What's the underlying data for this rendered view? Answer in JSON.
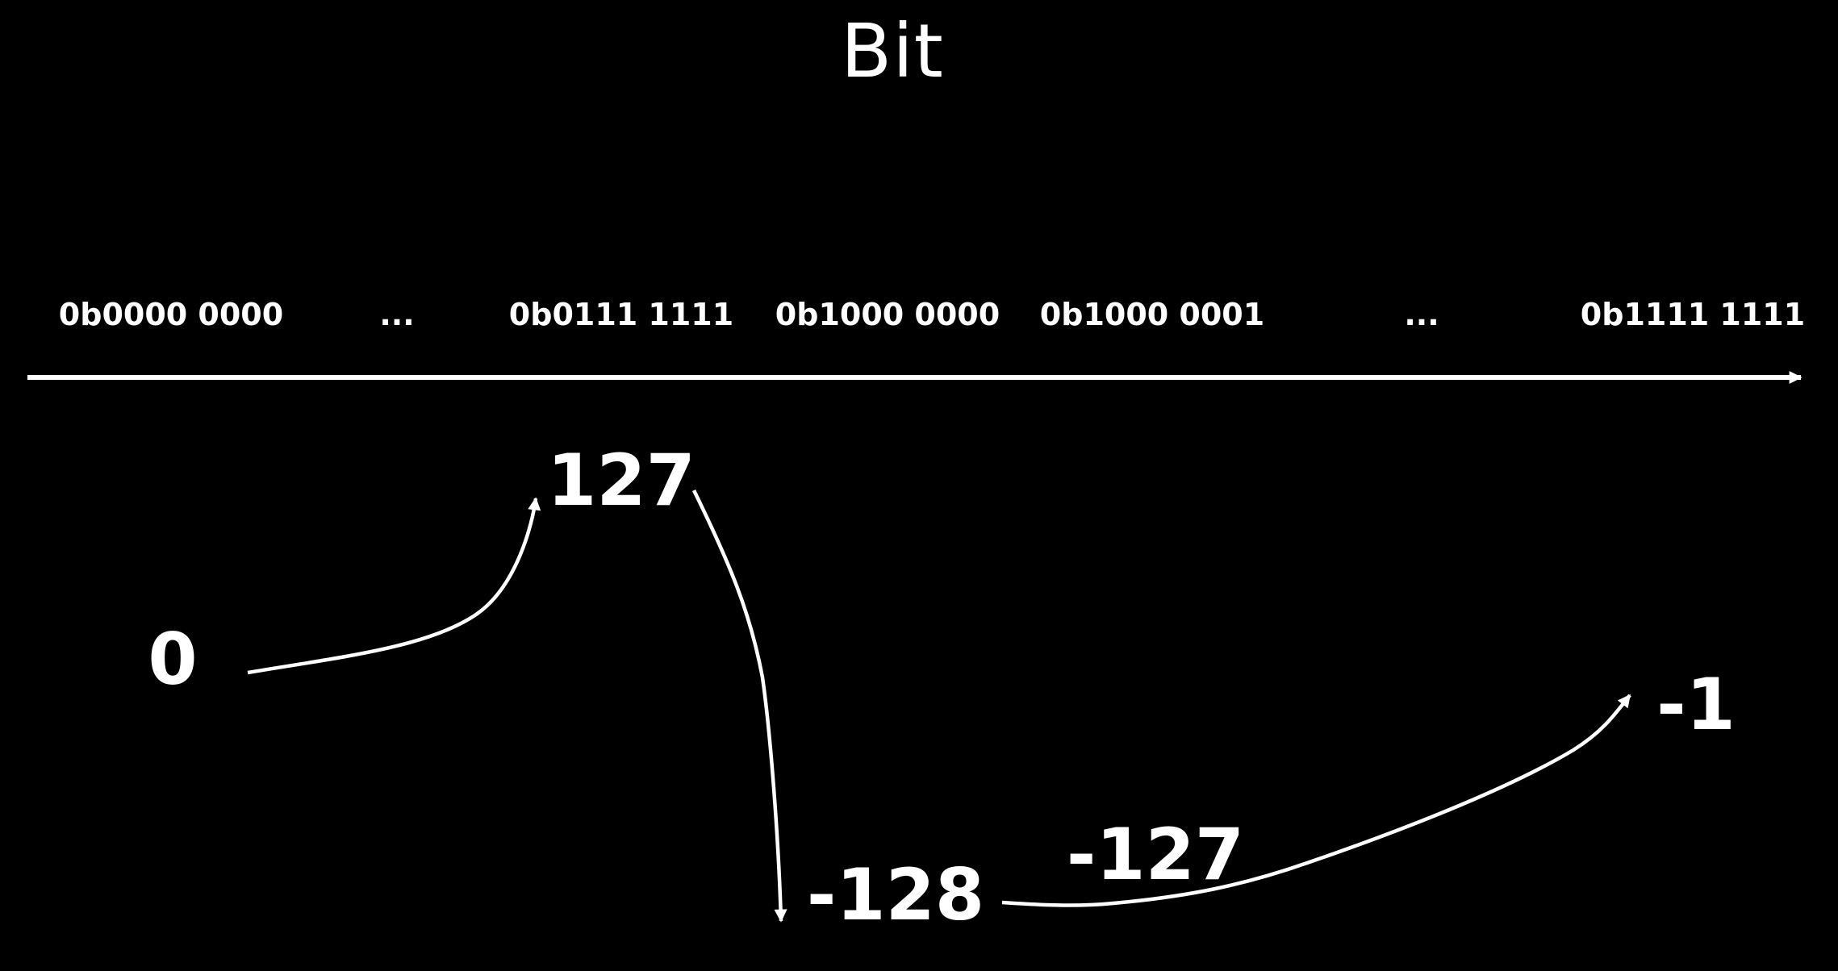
{
  "title": "Bit",
  "axis": {
    "labels": [
      "0b0000 0000",
      "...",
      "0b0111 1111",
      "0b1000 0000",
      "0b1000 0001",
      "...",
      "0b1111 1111"
    ]
  },
  "values": {
    "zero": "0",
    "max": "127",
    "min": "-128",
    "min_plus_one": "-127",
    "neg_one": "-1"
  },
  "colors": {
    "background": "#000000",
    "foreground": "#ffffff"
  }
}
